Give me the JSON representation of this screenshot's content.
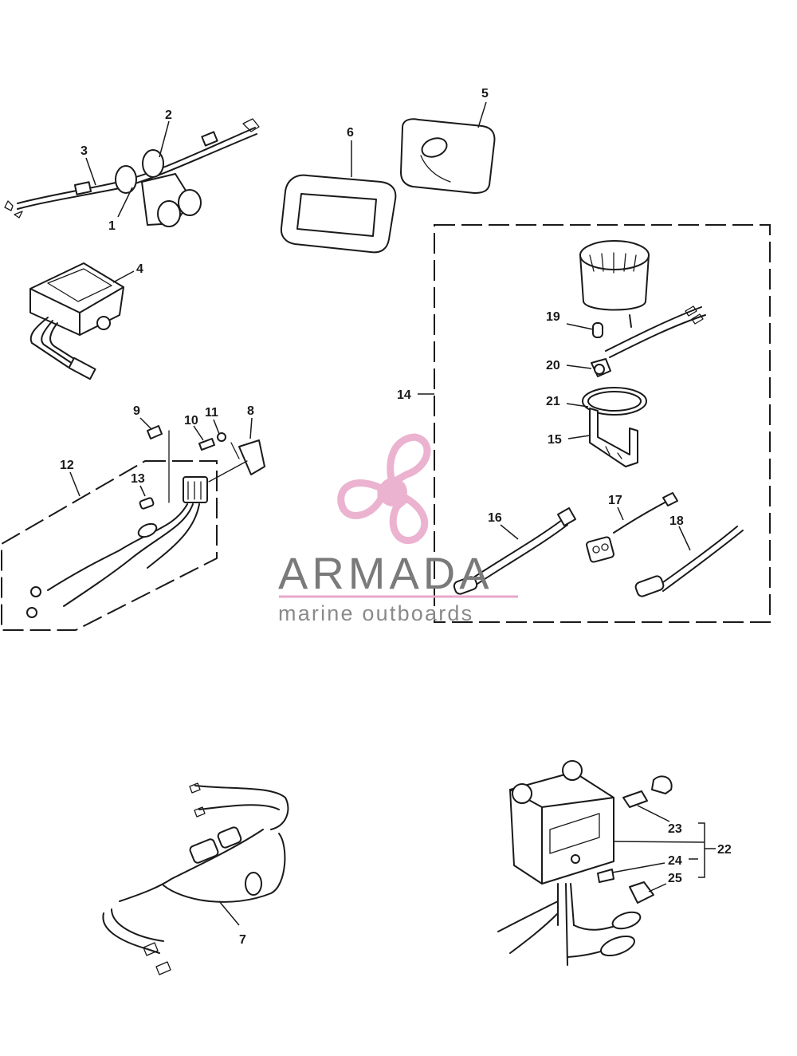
{
  "diagram": {
    "callouts": [
      "1",
      "2",
      "3",
      "4",
      "5",
      "6",
      "7",
      "8",
      "9",
      "10",
      "11",
      "12",
      "13",
      "14",
      "15",
      "16",
      "17",
      "18",
      "19",
      "20",
      "21",
      "22",
      "23",
      "24",
      "25"
    ]
  },
  "watermark": {
    "brand": "ARMADA",
    "tagline": "marine outboards",
    "brand_color": "#7a7a7a",
    "logo_color": "#e8a6c8"
  }
}
